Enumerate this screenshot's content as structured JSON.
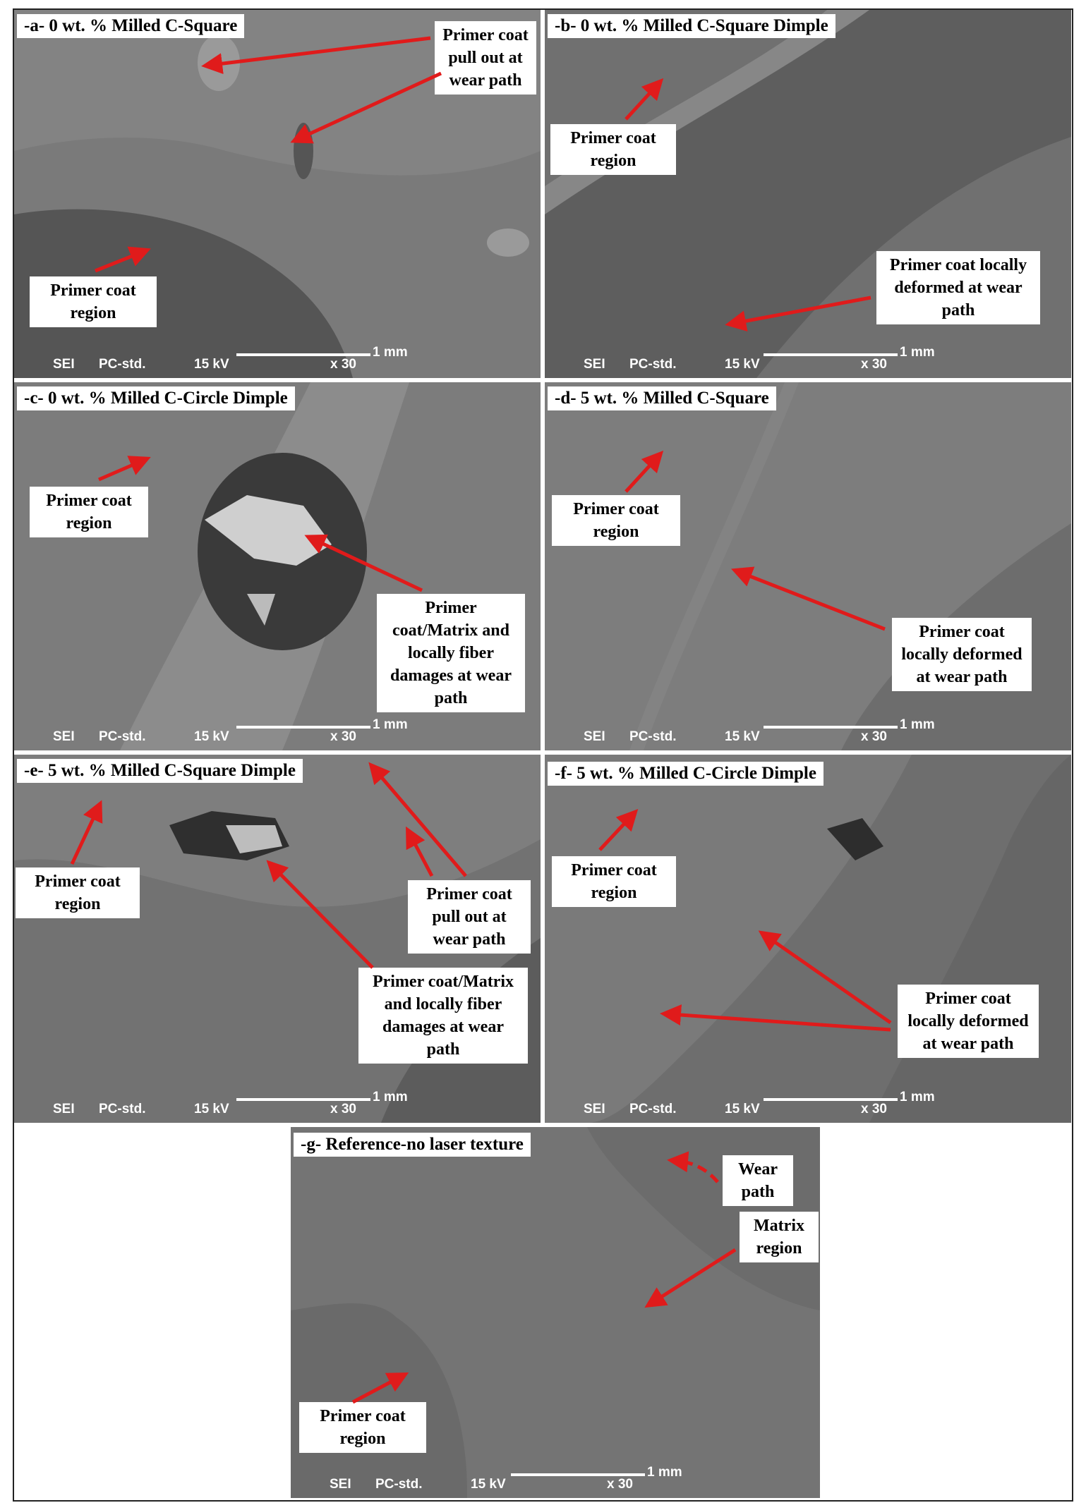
{
  "footer": {
    "sei": "SEI",
    "pc": "PC-std.",
    "kv": "15 kV",
    "mag": "x 30",
    "scale": "1 mm"
  },
  "colors": {
    "arrow": "#e01b1b",
    "sem_gray": "#6f6f6f"
  },
  "panels": {
    "a": {
      "title": "-a- 0 wt. % Milled C-Square",
      "label1": "Primer coat pull out at wear path",
      "label2": "Primer coat region"
    },
    "b": {
      "title": "-b- 0 wt. % Milled C-Square Dimple",
      "label1": "Primer coat region",
      "label2": "Primer coat locally deformed at wear path"
    },
    "c": {
      "title": "-c- 0 wt. % Milled C-Circle Dimple",
      "label1": "Primer coat region",
      "label2": "Primer coat/Matrix and locally fiber damages at wear path"
    },
    "d": {
      "title": "-d- 5 wt. % Milled C-Square",
      "label1": "Primer coat region",
      "label2": "Primer coat locally deformed at wear path"
    },
    "e": {
      "title": "-e- 5 wt. % Milled C-Square Dimple",
      "label1": "Primer coat region",
      "label2": "Primer coat pull out at wear path",
      "label3": "Primer coat/Matrix and locally fiber damages at wear path"
    },
    "f": {
      "title": "-f- 5 wt. % Milled C-Circle Dimple",
      "label1": "Primer coat region",
      "label2": "Primer coat locally deformed at wear path"
    },
    "g": {
      "title": "-g- Reference-no laser texture",
      "label1": "Wear path",
      "label2": "Matrix region",
      "label3": "Primer coat region"
    }
  }
}
